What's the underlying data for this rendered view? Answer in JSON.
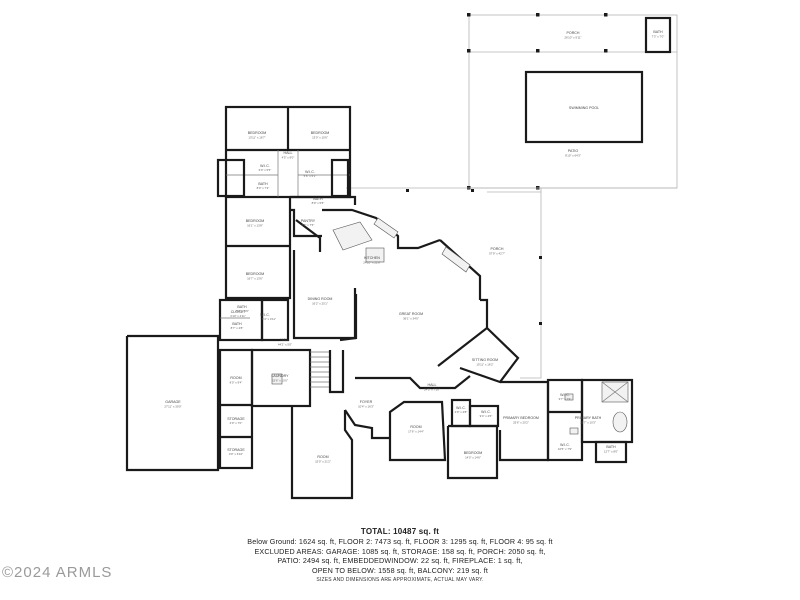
{
  "rooms": [
    {
      "key": "porch_top",
      "name": "PORCH",
      "dims": "26'10\" x 9'11\""
    },
    {
      "key": "bath_top",
      "name": "BATH",
      "dims": "7'3\" x 7'0\""
    },
    {
      "key": "swimming_pool",
      "name": "SWIMMING POOL",
      "dims": ""
    },
    {
      "key": "patio",
      "name": "PATIO",
      "dims": "8'10\" x 64'3\""
    },
    {
      "key": "bedroom_1",
      "name": "BEDROOM",
      "dims": "13'11\" x 16'7\""
    },
    {
      "key": "bedroom_2",
      "name": "BEDROOM",
      "dims": "13'0\" x 15'6\""
    },
    {
      "key": "hall_upper",
      "name": "HALL",
      "dims": "4'5\" x 9'0\""
    },
    {
      "key": "wic_1",
      "name": "W.I.C.",
      "dims": "6'0\" x 5'5\""
    },
    {
      "key": "wic_2",
      "name": "W.I.C.",
      "dims": "5'6\" x 5'1\""
    },
    {
      "key": "bath_left",
      "name": "BATH",
      "dims": "8'0\" x 7'3\""
    },
    {
      "key": "bath_right",
      "name": "BATH",
      "dims": "8'9\" x 5'5\""
    },
    {
      "key": "pantry",
      "name": "PANTRY",
      "dims": "7'5\" x 7'5\""
    },
    {
      "key": "closet",
      "name": "CLOSET",
      "dims": "4'10\" x 4'11\""
    },
    {
      "key": "bedroom_3",
      "name": "BEDROOM",
      "dims": "16'1\" x 13'8\""
    },
    {
      "key": "bedroom_4",
      "name": "BEDROOM",
      "dims": "16'7\" x 13'6\""
    },
    {
      "key": "kitchen",
      "name": "KITCHEN",
      "dims": "24'10\" x 22'8\""
    },
    {
      "key": "porch_side",
      "name": "PORCH",
      "dims": "57'9\" x 42'7\""
    },
    {
      "key": "dining_room",
      "name": "DINING ROOM",
      "dims": "16'2\" x 25'1\""
    },
    {
      "key": "great_room",
      "name": "GREAT ROOM",
      "dims": "36'1\" x 34'0\""
    },
    {
      "key": "bath_mid",
      "name": "BATH",
      "dims": "4'11\" x 5'0\""
    },
    {
      "key": "bath_hall",
      "name": "BATH",
      "dims": "8'7\" x 4'8\""
    },
    {
      "key": "wic_mid",
      "name": "W.I.C.",
      "dims": "6'4\" x 4'11\""
    },
    {
      "key": "hall_mid",
      "name": "HALL",
      "dims": "44'2\" x 5'0\""
    },
    {
      "key": "sitting_room",
      "name": "SITTING ROOM",
      "dims": "15'11\" x 16'2\""
    },
    {
      "key": "garage",
      "name": "GARAGE",
      "dims": "27'11\" x 30'0\""
    },
    {
      "key": "laundry",
      "name": "LAUNDRY",
      "dims": "15'6\" x 10'0\""
    },
    {
      "key": "room_left",
      "name": "ROOM",
      "dims": "8'0\" x 9'4\""
    },
    {
      "key": "storage_1",
      "name": "STORAGE",
      "dims": "4'0\" x 7'0\""
    },
    {
      "key": "storage_2",
      "name": "STORAGE",
      "dims": "4'0\" x 6'10\""
    },
    {
      "key": "foyer",
      "name": "FOYER",
      "dims": "10'4\" x 16'3\""
    },
    {
      "key": "room_front",
      "name": "ROOM",
      "dims": "15'0\" x 21'2\""
    },
    {
      "key": "room_center",
      "name": "ROOM",
      "dims": "17'6\" x 14'4\""
    },
    {
      "key": "hall_lower",
      "name": "HALL",
      "dims": "24'5\" x 7'10\""
    },
    {
      "key": "wic_lower",
      "name": "W.I.C.",
      "dims": "9'4\" x 4'6\""
    },
    {
      "key": "wic_small",
      "name": "W.I.C.",
      "dims": "2'9\" x 4'8\""
    },
    {
      "key": "bedroom_5",
      "name": "BEDROOM",
      "dims": "14'0\" x 14'6\""
    },
    {
      "key": "primary_bedroom",
      "name": "PRIMARY BEDROOM",
      "dims": "25'6\" x 20'2\""
    },
    {
      "key": "wic_primary_1",
      "name": "W.I.C.",
      "dims": "9'7\" x 7'9\""
    },
    {
      "key": "wic_primary_2",
      "name": "W.I.C.",
      "dims": "10'5\" x 7'9\""
    },
    {
      "key": "primary_bath",
      "name": "PRIMARY BATH",
      "dims": "22'7\" x 10'3\""
    },
    {
      "key": "bath_primary",
      "name": "BATH",
      "dims": "12'7\" x 8'0\""
    }
  ],
  "summary": {
    "total": "TOTAL: 10487 sq. ft",
    "lines": [
      "Below Ground: 1624 sq. ft, FLOOR 2: 7473 sq. ft, FLOOR 3: 1295 sq. ft, FLOOR 4: 95 sq. ft",
      "EXCLUDED AREAS: GARAGE: 1085 sq. ft, STORAGE: 158 sq. ft, PORCH: 2050 sq. ft,",
      "PATIO: 2494 sq. ft, EMBEDDEDWINDOW: 22 sq. ft, FIREPLACE: 1 sq. ft,",
      "OPEN TO BELOW: 1558 sq. ft, BALCONY: 219 sq. ft"
    ],
    "disclaimer": "SIZES AND DIMENSIONS ARE APPROXIMATE, ACTUAL MAY VARY."
  },
  "watermark": "©2024 ARMLS"
}
